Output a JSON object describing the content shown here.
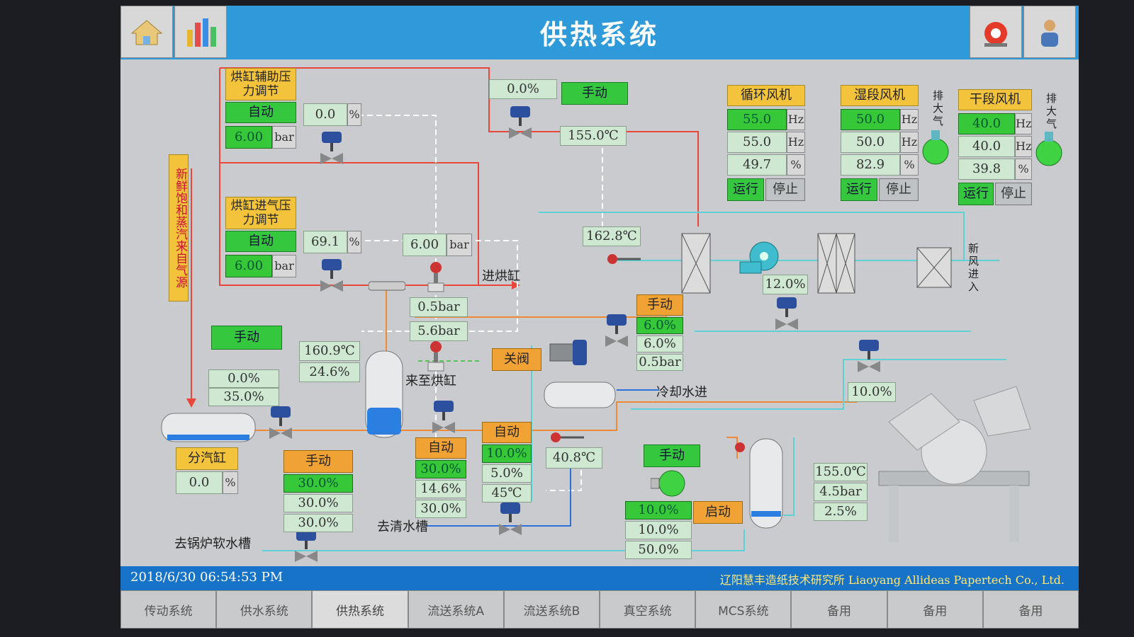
{
  "app": {
    "title": "供热系统"
  },
  "labels": {
    "aux_pressure": "烘缸辅助压力调节",
    "inlet_pressure": "烘缸进气压力调节",
    "steam_source": "新鲜饱和蒸汽来自气源",
    "to_dryer": "进烘缸",
    "from_dryer": "来至烘缸",
    "cooling_water_in": "冷却水进",
    "to_clean_tank": "去清水槽",
    "to_boiler": "去锅炉软水槽",
    "header_tank": "分汽缸",
    "fresh_air_in": "新风进入",
    "exhaust_1": "排大气",
    "exhaust_2": "排大气"
  },
  "aux": {
    "mode": "自动",
    "setpoint": "6.00",
    "unit_bar": "bar",
    "output": "0.0",
    "unit_pct": "%"
  },
  "inlet": {
    "mode": "自动",
    "setpoint": "6.00",
    "unit_bar": "bar",
    "output": "69.1",
    "unit_pct": "%",
    "pressure": "6.00",
    "unit_bar2": "bar"
  },
  "top_valve": {
    "output": "0.0%",
    "mode": "手动",
    "temp": "155.0℃"
  },
  "readouts": {
    "p1": "0.5bar",
    "p2": "5.6bar",
    "t_main": "160.9℃",
    "v_main": "24.6%",
    "t_hx": "162.8℃",
    "fan_out": "12.0%",
    "right_valve": "10.0%",
    "t_cond": "40.8℃",
    "t_dryer": "155.0℃",
    "p_dryer": "4.5bar",
    "v_dryer": "2.5%"
  },
  "left_manual": {
    "mode": "手动",
    "v1": "0.0%",
    "v2": "35.0%"
  },
  "header": {
    "value": "0.0",
    "unit": "%"
  },
  "bottom_manual": {
    "mode": "手动",
    "v1": "30.0%",
    "v2": "30.0%",
    "v3": "30.0%"
  },
  "auto_a": {
    "mode": "自动",
    "v1": "30.0%",
    "v2": "14.6%",
    "v3": "30.0%"
  },
  "auto_b": {
    "mode": "自动",
    "v1": "10.0%",
    "v2": "5.0%",
    "v3": "45℃"
  },
  "close_valve": {
    "label": "关阀"
  },
  "mid_manual": {
    "mode": "手动",
    "v1": "6.0%",
    "v2": "6.0%",
    "v3": "0.5bar"
  },
  "pump": {
    "mode": "手动",
    "v1": "10.0%",
    "v2": "10.0%",
    "v3": "50.0%",
    "start": "启动"
  },
  "fans": [
    {
      "title": "循环风机",
      "v1": "55.0",
      "v2": "55.0",
      "v3": "49.7",
      "u1": "Hz",
      "u2": "Hz",
      "u3": "%",
      "run": "运行",
      "stop": "停止"
    },
    {
      "title": "湿段风机",
      "v1": "50.0",
      "v2": "50.0",
      "v3": "82.9",
      "u1": "Hz",
      "u2": "Hz",
      "u3": "%",
      "run": "运行",
      "stop": "停止"
    },
    {
      "title": "干段风机",
      "v1": "40.0",
      "v2": "40.0",
      "v3": "39.8",
      "u1": "Hz",
      "u2": "Hz",
      "u3": "%",
      "run": "运行",
      "stop": "停止"
    }
  ],
  "status": {
    "datetime": "2018/6/30 06:54:53 PM",
    "company": "辽阳慧丰造纸技术研究所 Liaoyang Allideas Papertech Co., Ltd."
  },
  "tabs": [
    "传动系统",
    "供水系统",
    "供热系统",
    "流送系统A",
    "流送系统B",
    "真空系统",
    "MCS系统",
    "备用",
    "备用",
    "备用"
  ],
  "colors": {
    "title_bar": "#2f9ad9",
    "steam_pipe": "#e8473a",
    "water_pipe": "#2f6fd8",
    "condensate_pipe": "#f08a34",
    "air_pipe": "#5fd0d6",
    "valve_blue": "#2c4f9e"
  }
}
